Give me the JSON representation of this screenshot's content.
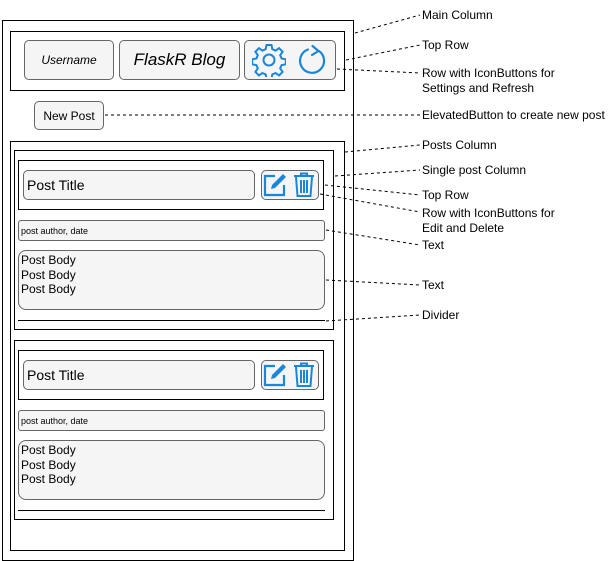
{
  "app": {
    "username_label": "Username",
    "title": "FlaskR Blog",
    "new_post_label": "New Post"
  },
  "posts": [
    {
      "title": "Post Title",
      "meta": "post author, date",
      "body": [
        "Post Body",
        "Post Body",
        "Post Body"
      ]
    },
    {
      "title": "Post Title",
      "meta": "post author, date",
      "body": [
        "Post Body",
        "Post Body",
        "Post Body"
      ]
    }
  ],
  "annotations": {
    "main_column": "Main Column",
    "top_row": "Top Row",
    "icon_row_settings_1": "Row with IconButtons for",
    "icon_row_settings_2": "Settings and Refresh",
    "elevated_button": "ElevatedButton to create new post",
    "posts_column": "Posts Column",
    "single_post_column": "Single post Column",
    "post_top_row": "Top Row",
    "icon_row_edit_1": "Row with IconButtons for",
    "icon_row_edit_2": "Edit and Delete",
    "text_meta": "Text",
    "text_body": "Text",
    "divider": "Divider"
  },
  "colors": {
    "icon_blue": "#1a86d9",
    "box_fill": "#f5f5f5",
    "box_border": "#666666"
  },
  "icons": [
    "gear-icon",
    "refresh-icon",
    "edit-icon",
    "trash-icon"
  ]
}
